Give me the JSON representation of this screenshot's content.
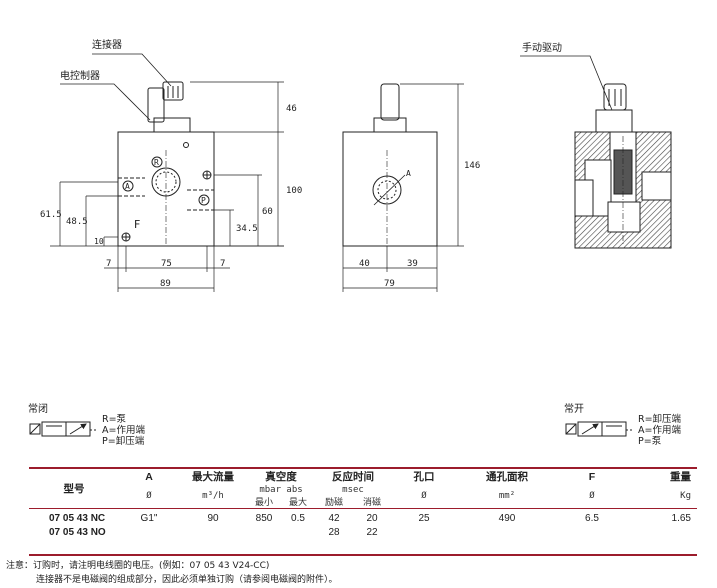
{
  "drawing": {
    "label_connector": "连接器",
    "label_solenoid": "电控制器",
    "label_manual": "手动驱动",
    "port_r": "R",
    "port_a": "A",
    "port_p": "P",
    "port_f": "F",
    "front_dims": {
      "d46": "46",
      "d100": "100",
      "d61_5": "61.5",
      "d48_5": "48.5",
      "d10": "10",
      "d60": "60",
      "d34_5": "34.5",
      "d7a": "7",
      "d75": "75",
      "d7b": "7",
      "d89": "89"
    },
    "side_dims": {
      "d146": "146",
      "d40": "40",
      "d39": "39",
      "d79": "79",
      "arrow_a": "A"
    }
  },
  "schematics": {
    "nc": {
      "title": "常闭",
      "lines": [
        "R=泵",
        "A=作用端",
        "P=卸压端"
      ]
    },
    "no": {
      "title": "常开",
      "lines": [
        "R=卸压端",
        "A=作用端",
        "P=泵"
      ]
    }
  },
  "table": {
    "headers": {
      "model": "型号",
      "a": "A",
      "max_flow": "最大流量",
      "vacuum": "真空度",
      "response": "反应时间",
      "orifice": "孔口",
      "area": "通孔面积",
      "f": "F",
      "weight": "重量"
    },
    "units": {
      "a": "Ø",
      "max_flow": "m³/h",
      "vacuum": "mbar abs",
      "vac_min": "最小",
      "vac_max": "最大",
      "response": "msec",
      "resp_on": "励磁",
      "resp_off": "消磁",
      "orifice": "Ø",
      "area": "mm²",
      "f": "Ø",
      "weight": "Kg"
    },
    "rows": [
      {
        "model": "07 05 43 NC",
        "a": "G1\"",
        "max_flow": "90",
        "vac_min": "850",
        "vac_max": "0.5",
        "resp_on": "42",
        "resp_off": "20",
        "orifice": "25",
        "area": "490",
        "f": "6.5",
        "weight": "1.65"
      },
      {
        "model": "07 05 43 NO",
        "resp_on": "28",
        "resp_off": "22"
      }
    ]
  },
  "notes": {
    "line1": "注意：订购时，请注明电线圈的电压。(例如：07 05 43 V24-CC)",
    "line2": "连接器不是电磁阀的组成部分，因此必须单独订购（请参阅电磁阀的附件）。"
  },
  "colors": {
    "table_rule": "#9c1c2c",
    "hatch": "#555555"
  }
}
